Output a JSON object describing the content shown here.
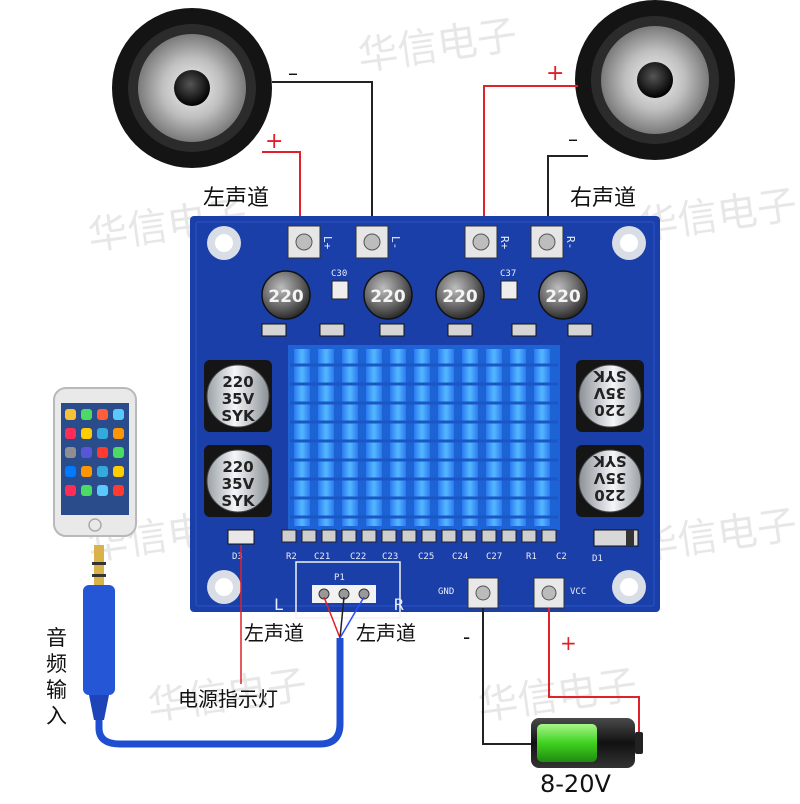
{
  "labels": {
    "left_channel": "左声道",
    "right_channel": "右声道",
    "audio_in_left": "左声道",
    "audio_in_right": "左声道",
    "power_indicator": "电源指示灯",
    "audio_input": [
      "音",
      "频",
      "输",
      "入"
    ],
    "voltage": "8-20V",
    "watermark": "华信电子"
  },
  "polarity": {
    "left_speaker_neg": "–",
    "left_speaker_pos": "+",
    "right_speaker_pos": "+",
    "right_speaker_neg": "–",
    "power_neg": "-",
    "power_pos": "+"
  },
  "board": {
    "terminals": [
      "L+",
      "L-",
      "R+",
      "R-"
    ],
    "inductor_value": "220",
    "inductor_count": 4,
    "cap_top": [
      "C30",
      "C37"
    ],
    "cap_values": [
      "220",
      "35V",
      "SYK"
    ],
    "bottom_silk": [
      "R2",
      "C21",
      "C22",
      "C23",
      "C25",
      "C24",
      "C27",
      "R1",
      "C2"
    ],
    "d1": "D1",
    "d3": "D3",
    "input_header": "P1",
    "input_L": "L",
    "input_R": "R",
    "gnd": "GND",
    "vcc": "VCC"
  },
  "colors": {
    "pcb": "#1a3fa8",
    "heatsink": "#2f8bff",
    "wire_red": "#e0202a",
    "wire_black": "#222222",
    "cable_blue": "#1f4fd0",
    "battery_green": "#3fd21f"
  }
}
